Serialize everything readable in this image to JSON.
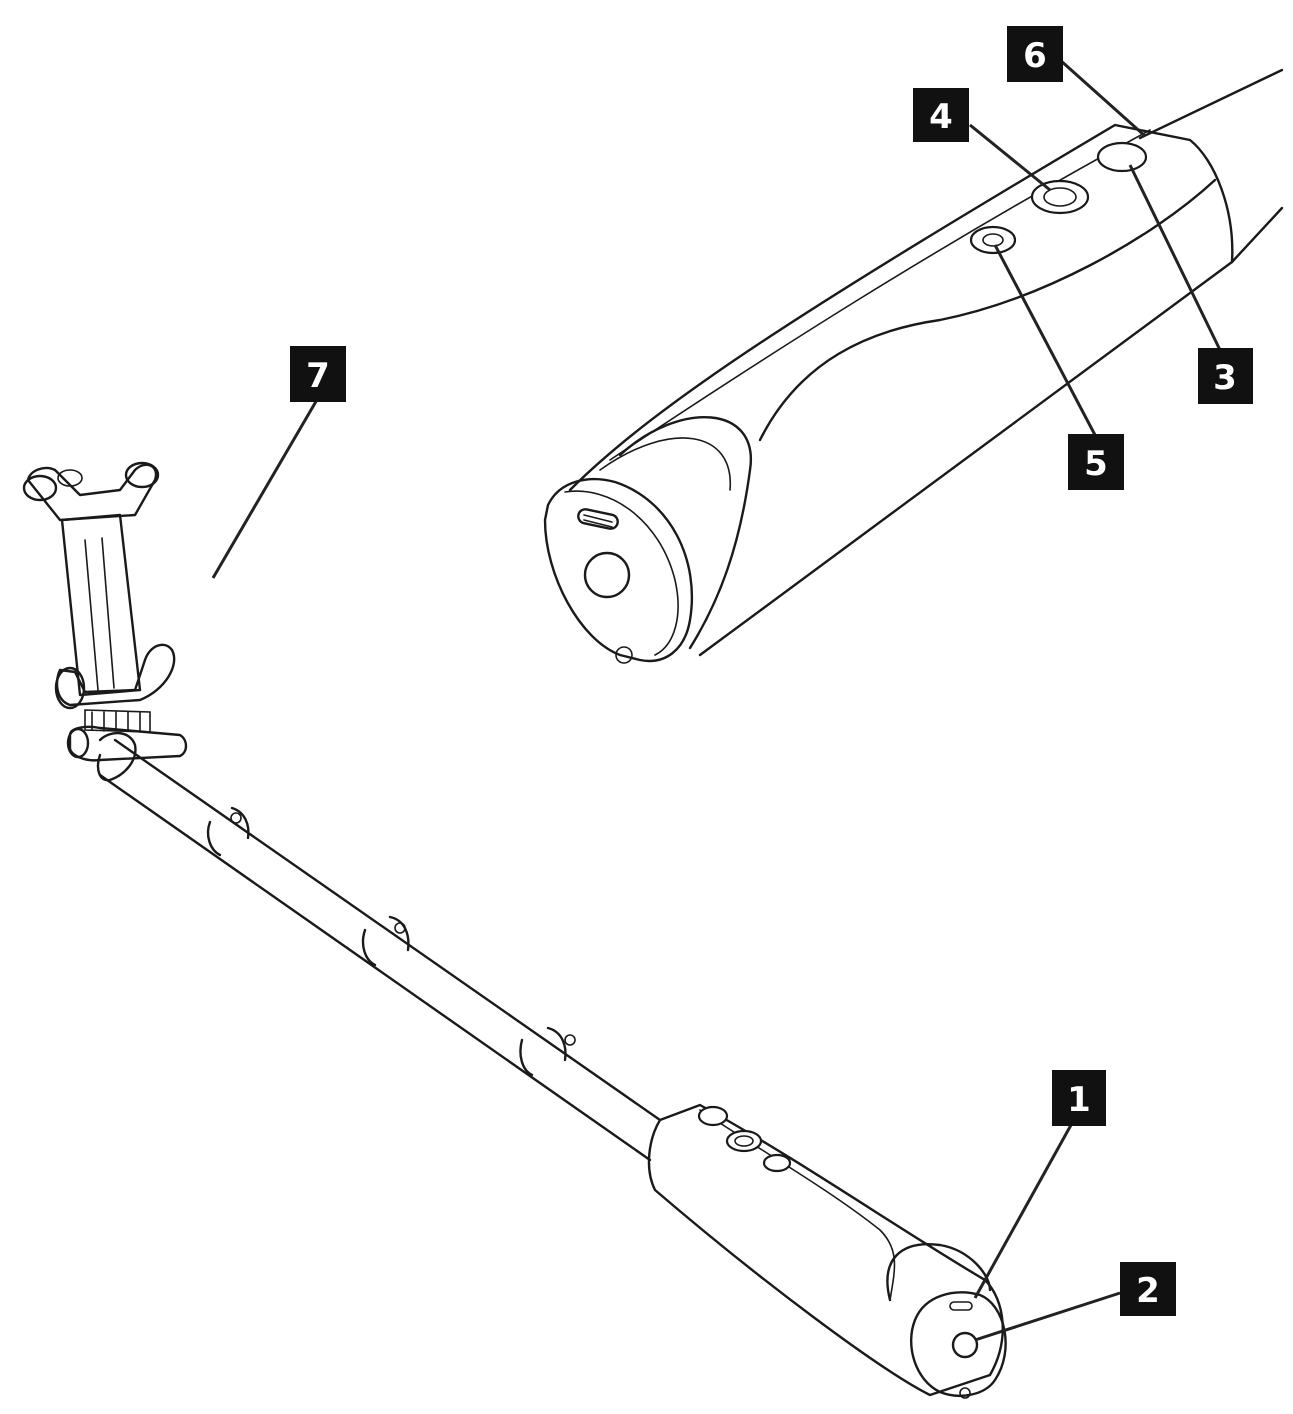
{
  "diagram": {
    "colors": {
      "stroke": "#1a1a1a",
      "label_box": "#111111",
      "label_text": "#ffffff",
      "background": "#ffffff"
    },
    "callouts": [
      {
        "id": "1",
        "label": "1",
        "target": "usb-charging-port"
      },
      {
        "id": "2",
        "label": "2",
        "target": "tripod-mount-hole"
      },
      {
        "id": "3",
        "label": "3",
        "target": "top-button"
      },
      {
        "id": "4",
        "label": "4",
        "target": "middle-button"
      },
      {
        "id": "5",
        "label": "5",
        "target": "bottom-button"
      },
      {
        "id": "6",
        "label": "6",
        "target": "indicator-light"
      },
      {
        "id": "7",
        "label": "7",
        "target": "phone-holder"
      }
    ]
  }
}
